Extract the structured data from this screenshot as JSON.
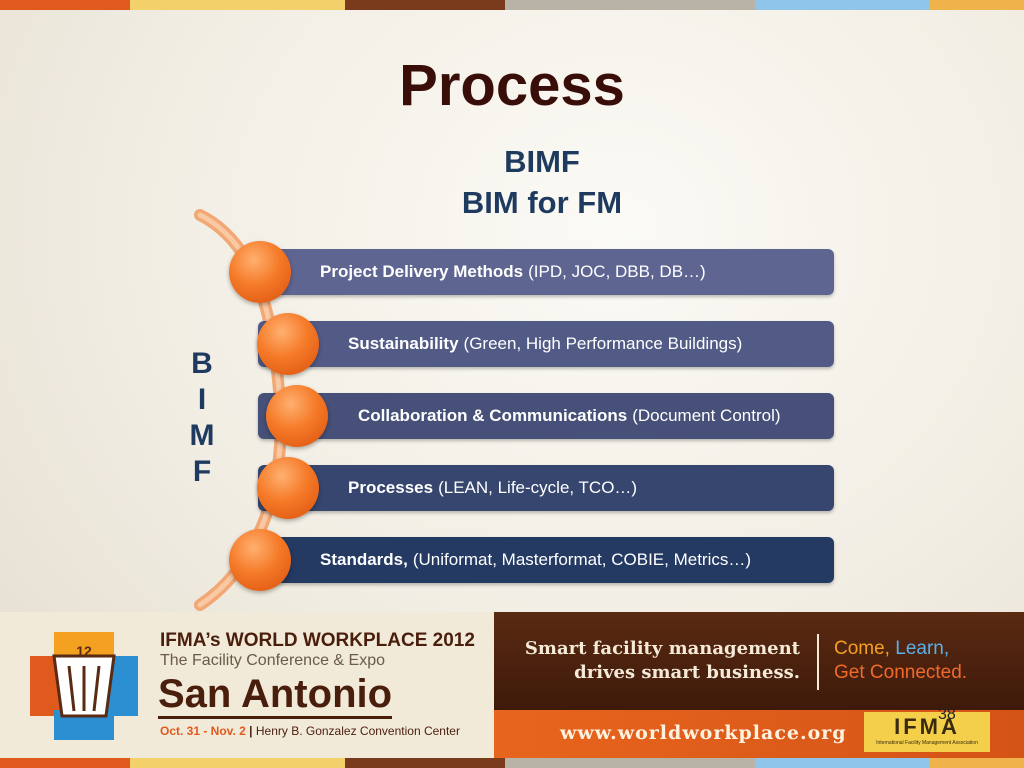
{
  "slide": {
    "title": "Process",
    "subtitle_line1": "BIMF",
    "subtitle_line2": "BIM for FM",
    "vertical_letters": [
      "B",
      "I",
      "M",
      "F"
    ],
    "page_number": "38"
  },
  "steps": [
    {
      "bold": "Project Delivery Methods",
      "rest": "(IPD, JOC, DBB, DB…)"
    },
    {
      "bold": "Sustainability",
      "rest": "(Green, High Performance Buildings)"
    },
    {
      "bold": "Collaboration & Communications",
      "rest": "(Document Control)"
    },
    {
      "bold": "Processes",
      "rest": "(LEAN, Life-cycle, TCO…)"
    },
    {
      "bold": "Standards,",
      "rest": "(Uniformat, Masterformat, COBIE, Metrics…)"
    }
  ],
  "footer": {
    "event_title": "IFMA’s WORLD WORKPLACE 2012",
    "event_subtitle": "The Facility Conference & Expo",
    "city": "San Antonio",
    "dates": "Oct. 31 - Nov. 2",
    "separator": "|",
    "venue": "Henry B. Gonzalez Convention Center",
    "tagline_line1": "Smart facility management",
    "tagline_line2": "drives smart business.",
    "cta_come": "Come,",
    "cta_learn": "Learn,",
    "cta_connect": "Get Connected.",
    "url": "www.worldworkplace.org",
    "logo_text": "IFMA",
    "logo_caption": "International Facility Management Association",
    "badge_number": "12"
  },
  "colors": {
    "title": "#3a0e08",
    "subtitle": "#1f3a5f",
    "orange": "#f57a28",
    "bar_colors": [
      "#5f6591",
      "#525a86",
      "#465078",
      "#36466e",
      "#243a63"
    ]
  }
}
